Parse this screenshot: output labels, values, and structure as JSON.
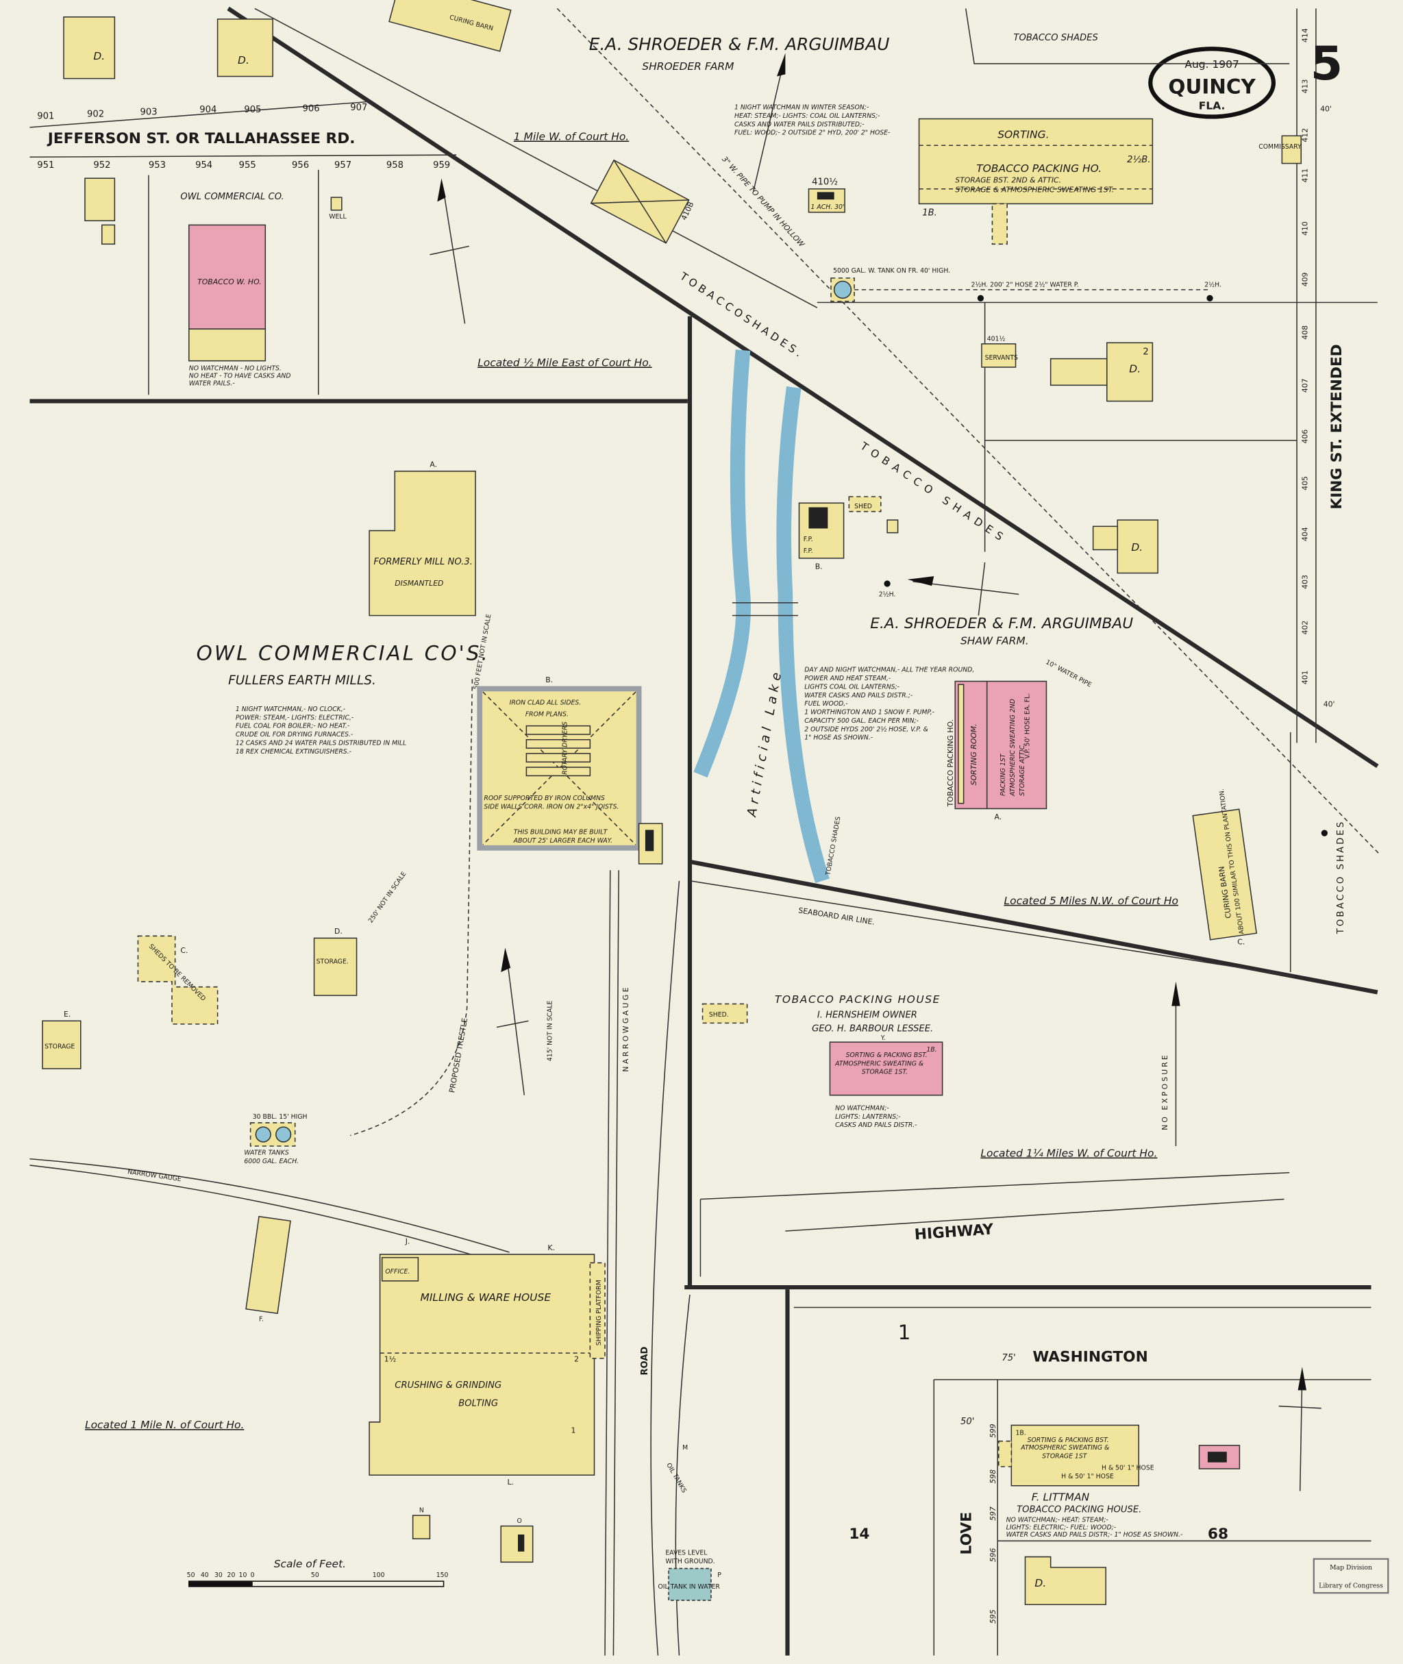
{
  "header": {
    "date": "Aug. 1907",
    "city": "QUINCY",
    "state": "FLA.",
    "sheet_number": "5"
  },
  "stamp": {
    "line1": "Map Division",
    "line2": "Library of Congress"
  },
  "colors": {
    "paper": "#f2f0e2",
    "frame": "#f1e59d",
    "brick": "#e9a3b4",
    "water": "#7fb8d0",
    "iron_clad": "#9aa0a6"
  },
  "streets": {
    "jefferson": "JEFFERSON ST. OR TALLAHASSEE RD.",
    "king": "KING ST. EXTENDED",
    "washington": "WASHINGTON",
    "love": "LOVE",
    "highway": "HIGHWAY",
    "road": "ROAD",
    "tobacco_shades_road": "T O B A C C O   S H A D E S .",
    "seaboard": "SEABOARD AIR LINE.",
    "narrow_gauge_1": "NARROW GAUGE",
    "narrow_gauge_2": "N A R R O W   G A U G E",
    "proposed_trestle": "PROPOSED TRESTLE"
  },
  "jefferson_numbers_north": [
    "901",
    "902",
    "903",
    "904",
    "905",
    "906",
    "907"
  ],
  "jefferson_numbers_south": [
    "951",
    "952",
    "953",
    "954",
    "955",
    "956",
    "957",
    "958",
    "959"
  ],
  "king_numbers": [
    "414",
    "413",
    "412",
    "411",
    "410",
    "409",
    "408",
    "407",
    "406",
    "405",
    "404",
    "403",
    "402",
    "401"
  ],
  "king_widths": [
    "40'",
    "40'"
  ],
  "love_numbers": [
    "599",
    "598",
    "597",
    "596",
    "595"
  ],
  "block_numbers": {
    "b1": "1",
    "b14": "14",
    "b68": "68",
    "w75": "75'",
    "w50": "50'"
  },
  "shroeder_farm": {
    "title": "E.A. SHROEDER & F.M. ARGUIMBAU",
    "subtitle": "SHROEDER FARM",
    "tobacco_shades": "TOBACCO SHADES",
    "curing_barn": "CURING BARN",
    "location": "1 Mile W. of Court Ho.",
    "notes": [
      "1 NIGHT WATCHMAN IN WINTER SEASON;-",
      "HEAT: STEAM;- LIGHTS: COAL OIL LANTERNS;-",
      "CASKS AND WATER PAILS DISTRIBUTED;-",
      "FUEL: WOOD;- 2 OUTSIDE 2\" HYD, 200' 2\" HOSE-"
    ],
    "sorting": "SORTING.",
    "packing_house": "TOBACCO PACKING HO.",
    "packing_l2": "STORAGE BST. 2ND & ATTIC.",
    "packing_l3": "STORAGE & ATMOSPHERIC SWEATING 1ST.",
    "stories_2b": "2½B.",
    "stories_1b": "1B.",
    "addr_410half": "410½",
    "engine": "1 ACH. 30'",
    "commissary": "COMMISSARY",
    "addr_410b": "410B",
    "tank": "5000 GAL. W. TANK ON FR. 40' HIGH.",
    "hose": "2½H.   200' 2\" HOSE 2½\" WATER P.",
    "hydrant": "2½H.",
    "pipe": "3\" W. PIPE TO PUMP IN HOLLOW",
    "addr_401half": "401½",
    "servants": "SERVANTS",
    "dwelling": "D.",
    "stories_2": "2"
  },
  "owl_tobacco": {
    "title": "OWL COMMERCIAL CO.",
    "warehouse": "TOBACCO W. HO.",
    "well": "WELL",
    "notes": [
      "NO WATCHMAN - NO LIGHTS.",
      "NO HEAT - TO HAVE CASKS AND",
      "WATER PAILS.-"
    ],
    "location": "Located ½ Mile East of Court Ho."
  },
  "owl_mills": {
    "title": "OWL COMMERCIAL CO'S.",
    "subtitle": "FULLERS EARTH MILLS.",
    "notes": [
      "1 NIGHT WATCHMAN,- NO CLOCK,-",
      "POWER: STEAM,- LIGHTS: ELECTRIC,-",
      "FUEL COAL FOR BOILER;- NO HEAT.-",
      "CRUDE OIL FOR DRYING FURNACES.-",
      "12 CASKS AND 24 WATER PAILS DISTRIBUTED IN MILL",
      "18 REX CHEMICAL EXTINGUISHERS.-"
    ],
    "a_label": "A.",
    "former_mill": "FORMERLY MILL NO.3.",
    "dismantled": "DISMANTLED",
    "scale_500": "500 FEET NOT IN SCALE",
    "b_label": "B.",
    "iron_clad": "IRON CLAD ALL SIDES.",
    "from_plans": "FROM PLANS.",
    "rotary_dryers": "ROTARY DRYERS",
    "roof": "ROOF SUPPORTED BY IRON COLUMNS",
    "side_walls": "SIDE WALLS CORR. IRON ON 2\"x4\" JOISTS.",
    "larger": "THIS BUILDING MAY BE BUILT",
    "larger2": "ABOUT 25' LARGER EACH WAY.",
    "scale_250": "250' NOT IN SCALE",
    "d_label": "D.",
    "storage": "STORAGE.",
    "c_label": "C.",
    "sheds": "SHEDS TO BE REMOVED",
    "e_label": "E.",
    "storage_e": "STORAGE",
    "scale_415": "415' NOT IN SCALE",
    "tanks_top": "30 BBL. 15' HIGH",
    "tanks": "WATER TANKS",
    "tanks_cap": "6000 GAL. EACH.",
    "j_label": "J.",
    "k_label": "K.",
    "l_label": "L.",
    "f_label": "F.",
    "office": "OFFICE.",
    "milling": "MILLING & WARE HOUSE",
    "crushing": "CRUSHING   &   GRINDING",
    "bolting": "BOLTING",
    "shipping": "SHIPPING PLATFORM",
    "s1half": "1½",
    "s2": "2",
    "s1": "1",
    "location": "Located 1 Mile N. of Court Ho.",
    "n_label": "N",
    "o_label": "O",
    "m_label": "M",
    "p_label": "P",
    "oil_tanks": "OIL TANKS",
    "eaves": "EAVES LEVEL",
    "eaves2": "WITH GROUND.",
    "oil_tank_water": "OIL TANK IN WATER"
  },
  "scale": {
    "title": "Scale of Feet.",
    "ticks": [
      "50",
      "40",
      "30",
      "20",
      "10",
      "0",
      "50",
      "100",
      "150"
    ]
  },
  "shaw_farm": {
    "lake": "Artificial Lake",
    "shed": "SHED",
    "b_label": "B.",
    "fp": "F.P.",
    "hydrant": "2½H.",
    "title": "E.A. SHROEDER & F.M. ARGUIMBAU",
    "subtitle": "SHAW FARM.",
    "notes": [
      "DAY AND NIGHT WATCHMAN,- ALL THE YEAR ROUND,",
      "POWER AND HEAT STEAM,-",
      "LIGHTS COAL OIL LANTERNS;-",
      "WATER CASKS AND PAILS DISTR.;-",
      "FUEL WOOD,-",
      "1 WORTHINGTON AND 1 SNOW F. PUMP,-",
      "CAPACITY 500 GAL. EACH PER MIN;-",
      "2 OUTSIDE HYDS 200' 2½ HOSE, V.P. &",
      "1\" HOSE AS SHOWN.-"
    ],
    "water_pipe": "10\" WATER PIPE",
    "packing": "TOBACCO PACKING HO.",
    "sorting_room": "SORTING ROOM.",
    "packing_1st": "PACKING 1ST",
    "sweating": "ATMOSPHERIC SWEATING 2ND",
    "storage_attic": "STORAGE ATTIC.",
    "vp": "V.P. 50' HOSE EA. FL.",
    "a_label": "A.",
    "shades": "TOBACCO SHADES",
    "curing_barn": "CURING BARN",
    "curing_note": "ABOUT 100 SIMILAR TO THIS ON PLANTATION.",
    "c_label": "C.",
    "shades_right": "TOBACCO SHADES",
    "location": "Located 5 Miles N.W. of Court Ho"
  },
  "hernsheim": {
    "shed": "SHED.",
    "title": "TOBACCO PACKING HOUSE",
    "owner": "I. HERNSHEIM OWNER",
    "lessee": "GEO. H. BARBOUR LESSEE.",
    "y_label": "Y.",
    "l1": "SORTING & PACKING BST.",
    "l2": "ATMOSPHERIC SWEATING &",
    "l3": "STORAGE 1ST.",
    "stories": "1B.",
    "notes": [
      "NO WATCHMAN;-",
      "LIGHTS: LANTERNS;-",
      "CASKS AND PAILS DISTR.-"
    ],
    "no_exposure": "NO EXPOSURE",
    "location": "Located 1¼ Miles W. of Court Ho."
  },
  "littman": {
    "l1": "SORTING & PACKING BST.",
    "l2": "ATMOSPHERIC SWEATING &",
    "l3": "STORAGE 1ST",
    "stories": "1B.",
    "hose_a": "H & 50' 1\" HOSE",
    "hose_b": "H & 50' 1\" HOSE",
    "owner": "F. LITTMAN",
    "title": "TOBACCO PACKING HOUSE.",
    "notes": [
      "NO WATCHMAN;- HEAT: STEAM;-",
      "LIGHTS: ELECTRIC;- FUEL: WOOD;-",
      "WATER CASKS AND PAILS DISTR;- 1\" HOSE AS SHOWN.-"
    ],
    "dwelling": "D."
  }
}
